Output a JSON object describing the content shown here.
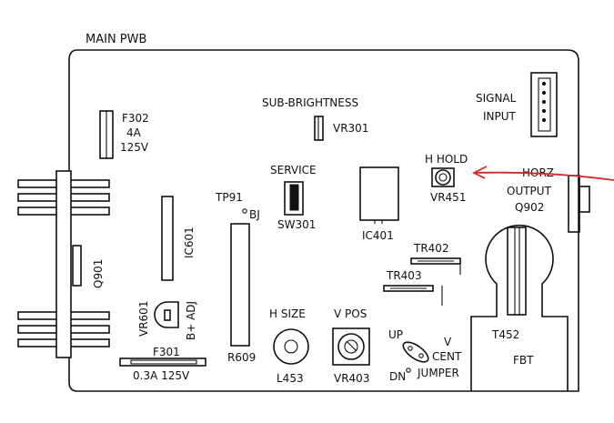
{
  "title": "MAIN PWB",
  "labels": {
    "f302": "F302",
    "f302_rating": "4A",
    "f302_voltage": "125V",
    "sub_brightness": "SUB-BRIGHTNESS",
    "vr301": "VR301",
    "signal": "SIGNAL",
    "input": "INPUT",
    "service": "SERVICE",
    "sw301": "SW301",
    "h_hold": "H  HOLD",
    "vr451": "VR451",
    "horz": "HORZ",
    "output": "OUTPUT",
    "q902": "Q902",
    "tp91": "TP91",
    "bj": "BJ",
    "ic601": "IC601",
    "ic401": "IC401",
    "q901": "Q901",
    "tr402": "TR402",
    "tr403": "TR403",
    "vr601": "VR601",
    "b_adj": "B+ ADJ",
    "r609": "R609",
    "h_size": "H  SIZE",
    "v_pos": "V POS",
    "up": "UP",
    "v": "V",
    "cent": "CENT",
    "dn": "DN",
    "jumper": "JUMPER",
    "t452": "T452",
    "fbt": "FBT",
    "f301": "F301",
    "f301_rating": "0.3A  125V",
    "l453": "L453",
    "vr403": "VR403"
  },
  "colors": {
    "line": "#111111",
    "annotation_arrow": "#d42a2a",
    "background": "#ffffff"
  }
}
